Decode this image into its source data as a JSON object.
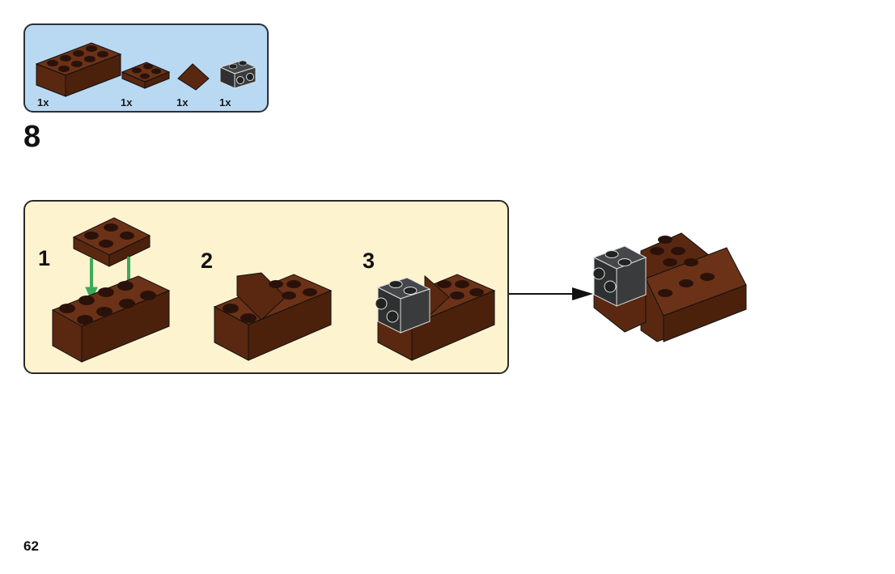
{
  "parts_list": {
    "items": [
      {
        "part": "brick-2x4",
        "color": "reddish-brown",
        "quantity": "1x"
      },
      {
        "part": "plate-2x2",
        "color": "reddish-brown",
        "quantity": "1x"
      },
      {
        "part": "slope-1x2",
        "color": "reddish-brown",
        "quantity": "1x"
      },
      {
        "part": "brick-1x2-with-studs-on-side",
        "color": "dark-stone-grey",
        "quantity": "1x"
      }
    ]
  },
  "step": {
    "number": "8",
    "substeps": [
      {
        "number": "1"
      },
      {
        "number": "2"
      },
      {
        "number": "3"
      }
    ]
  },
  "page": {
    "number": "62"
  },
  "colors": {
    "parts_panel_bg": "#b9d9f3",
    "substep_panel_bg": "#fef3cf",
    "brick_brown": "#5e2a12",
    "brick_grey": "#3a3b3d",
    "arrow_green": "#3daa5a"
  }
}
